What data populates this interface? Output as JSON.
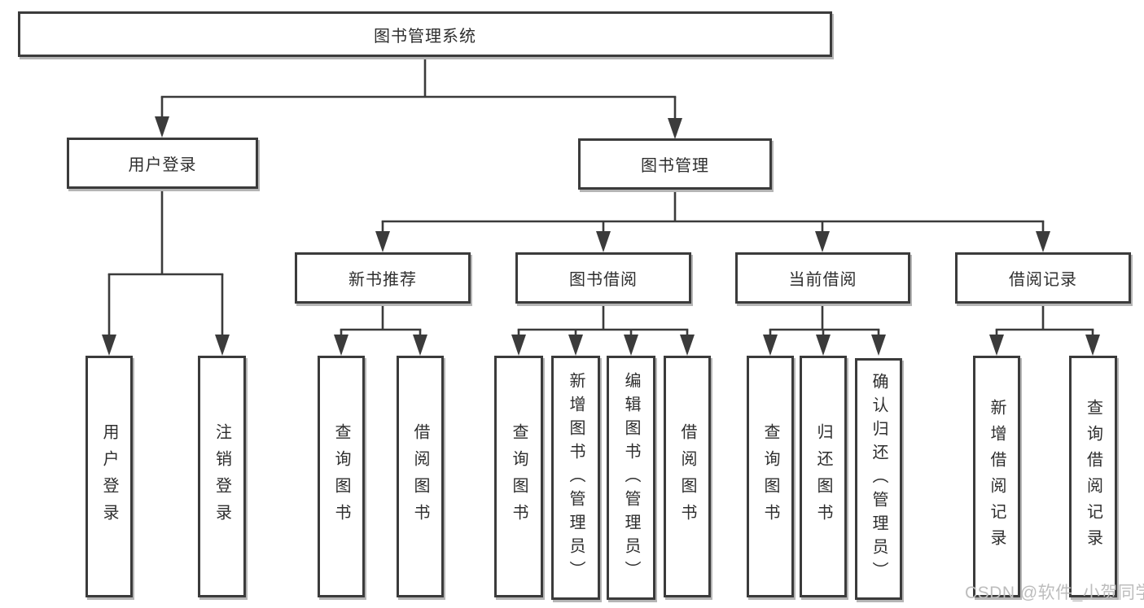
{
  "tree": {
    "label": "图书管理系统",
    "children": [
      {
        "label": "用户登录",
        "children": [
          {
            "label": "用户登录"
          },
          {
            "label": "注销登录"
          }
        ]
      },
      {
        "label": "图书管理",
        "children": [
          {
            "label": "新书推荐",
            "children": [
              {
                "label": "查询图书"
              },
              {
                "label": "借阅图书"
              }
            ]
          },
          {
            "label": "图书借阅",
            "children": [
              {
                "label": "查询图书"
              },
              {
                "label": "新增图书（管理员）"
              },
              {
                "label": "编辑图书（管理员）"
              },
              {
                "label": "借阅图书"
              }
            ]
          },
          {
            "label": "当前借阅",
            "children": [
              {
                "label": "查询图书"
              },
              {
                "label": "归还图书"
              },
              {
                "label": "确认归还（管理员）"
              }
            ]
          },
          {
            "label": "借阅记录",
            "children": [
              {
                "label": "新增借阅记录"
              },
              {
                "label": "查询借阅记录"
              }
            ]
          }
        ]
      }
    ]
  },
  "watermark": {
    "text": "CSDN @软件_小贺同学"
  },
  "colors": {
    "line": "#3b3b3b",
    "text": "#2e2e2e",
    "box_shadow": "#b5b5b5",
    "watermark": "#bdbdbd",
    "background": "#ffffff"
  }
}
